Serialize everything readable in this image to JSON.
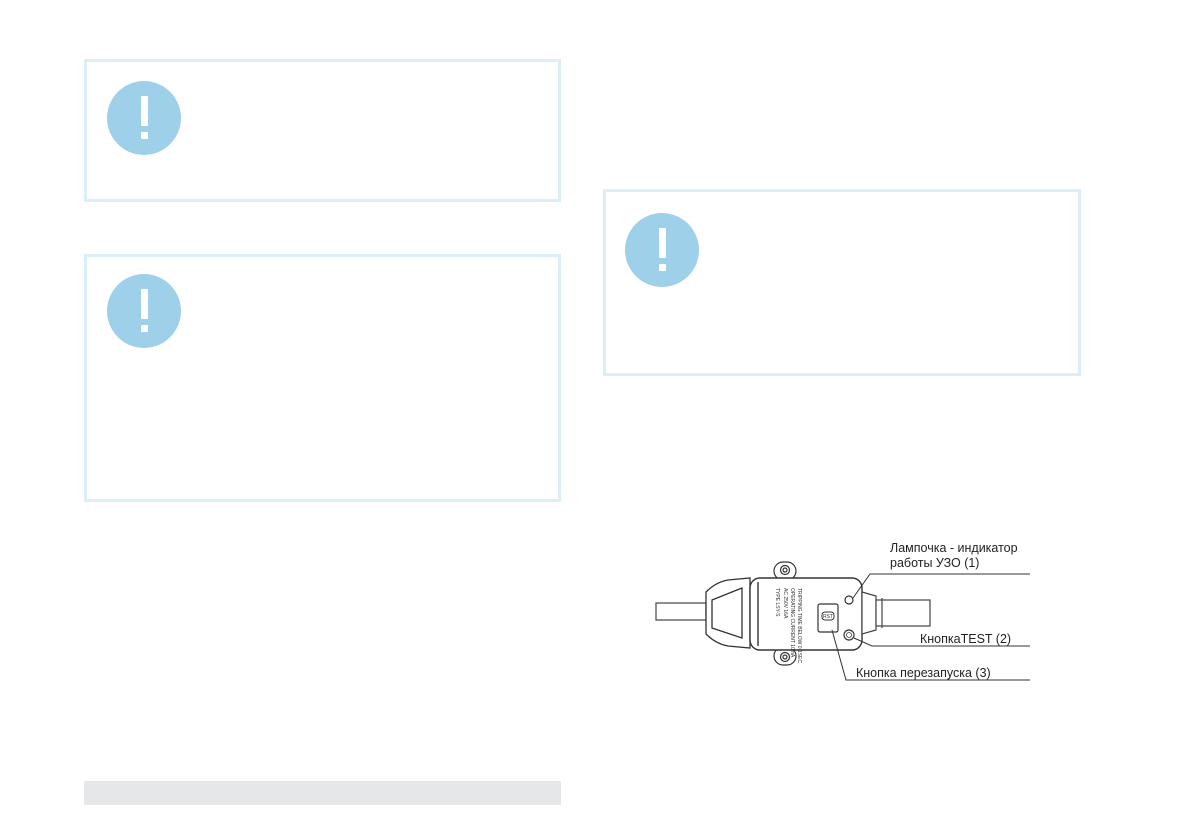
{
  "warning_icon_symbol": "!",
  "colors": {
    "box_border": "#dceef8",
    "icon_fill": "#9fd0ea",
    "footer_strip": "#e6e7e8"
  },
  "diagram": {
    "labels": {
      "indicator_line1": "Лампочка - индикатор",
      "indicator_line2": "работы УЗО (1)",
      "test_button": "КнопкаTEST (2)",
      "reset_button": "Кнопка перезапуска (3)"
    },
    "device_markings": [
      "TYPE LSY-S",
      "AC 250V 16A",
      "OPERATING CURRENT 10mA",
      "TRIPPING TIME BELOW 0.1SEC"
    ],
    "button_text": "RST"
  }
}
